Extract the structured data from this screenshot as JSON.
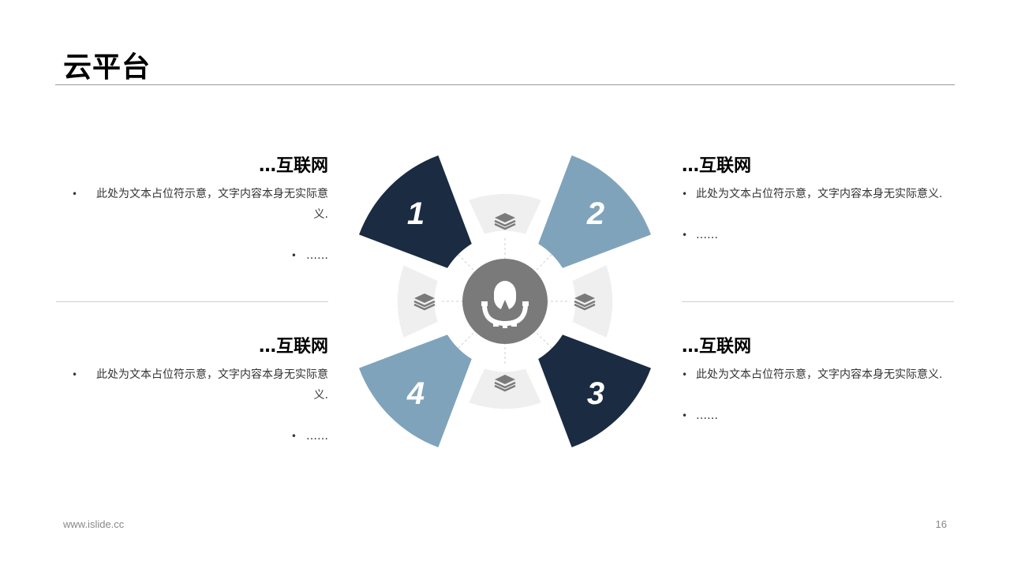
{
  "title": "云平台",
  "blocks": [
    {
      "id": "1",
      "side": "left",
      "heading": "…互联网",
      "bullets": [
        "此处为文本占位符示意，文字内容本身无实际意义.",
        "……"
      ]
    },
    {
      "id": "2",
      "side": "right",
      "heading": "…互联网",
      "bullets": [
        "此处为文本占位符示意，文字内容本身无实际意义.",
        "……"
      ]
    },
    {
      "id": "4",
      "side": "left",
      "heading": "…互联网",
      "bullets": [
        "此处为文本占位符示意，文字内容本身无实际意义.",
        "……"
      ]
    },
    {
      "id": "3",
      "side": "right",
      "heading": "…互联网",
      "bullets": [
        "此处为文本占位符示意，文字内容本身无实际意义.",
        "……"
      ]
    }
  ],
  "diagram": {
    "petals": [
      {
        "number": "1",
        "color": "#1a2b42"
      },
      {
        "number": "2",
        "color": "#7fa3bb"
      },
      {
        "number": "3",
        "color": "#1a2b42"
      },
      {
        "number": "4",
        "color": "#7fa3bb"
      }
    ],
    "center_icon": "user-gear-icon",
    "small_icon": "layers-icon",
    "center_color": "#7a7a7a",
    "tab_color": "#efefef"
  },
  "footer": {
    "url": "www.islide.cc",
    "page": "16"
  }
}
